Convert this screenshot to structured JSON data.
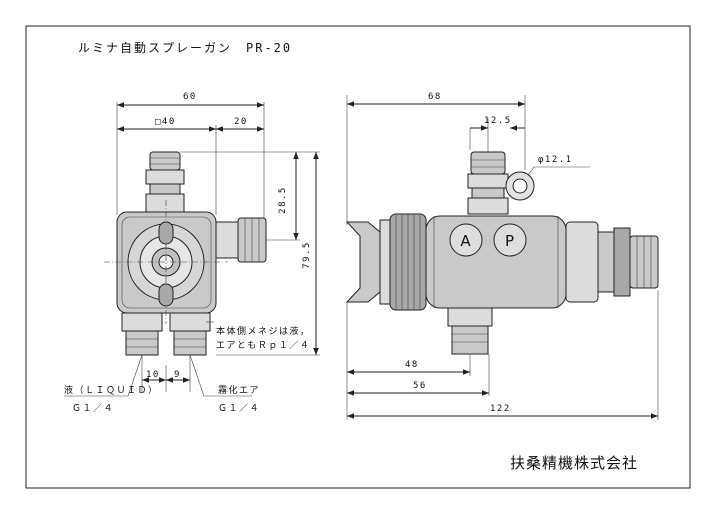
{
  "title": "ルミナ自動スプレーガン　PR-20",
  "company": "扶桑精機株式会社",
  "front_view": {
    "dim_width": "60",
    "dim_square": "□40",
    "dim_right": "20",
    "dim_upper": "28.5",
    "dim_height": "79.5",
    "dim_port_left": "10",
    "dim_port_right": "9",
    "note_line1": "本体側メネジは液，",
    "note_line2": "エアともＲｐ１／４",
    "label_liquid": "液（ＬＩＱＵＩＤ）",
    "label_liquid_thread": "Ｇ１／４",
    "label_air": "霧化エア",
    "label_air_thread": "Ｇ１／４"
  },
  "side_view": {
    "dim_top": "68",
    "dim_offset": "12.5",
    "dim_diameter": "φ12.1",
    "dim_48": "48",
    "dim_56": "56",
    "dim_122": "122",
    "badge_a": "A",
    "badge_p": "P"
  },
  "colors": {
    "line": "#222222",
    "body": "#c9c9c9",
    "shade": "#a8a8a8"
  }
}
